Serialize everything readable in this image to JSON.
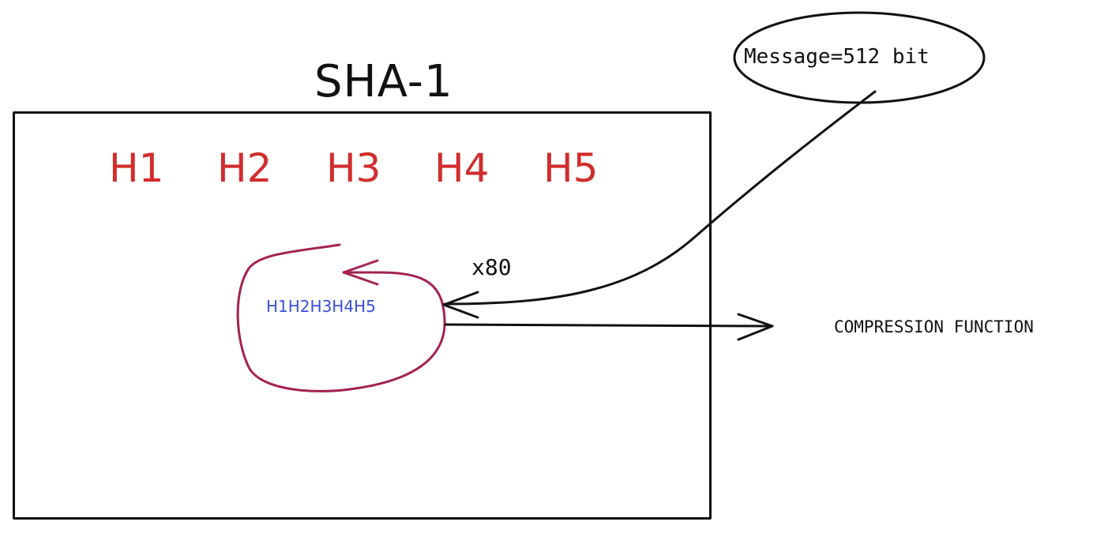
{
  "title": "SHA-1",
  "registers": [
    "H1",
    "H2",
    "H3",
    "H4",
    "H5"
  ],
  "loop_label": "H1H2H3H4H5",
  "rounds_label": "x80",
  "message_label": "Message=512 bit",
  "output_label": "COMPRESSION FUNCTION",
  "colors": {
    "ink": "#111111",
    "register": "#d12d2d",
    "loop": "#a3224f",
    "loop_text": "#3b4fd6"
  }
}
